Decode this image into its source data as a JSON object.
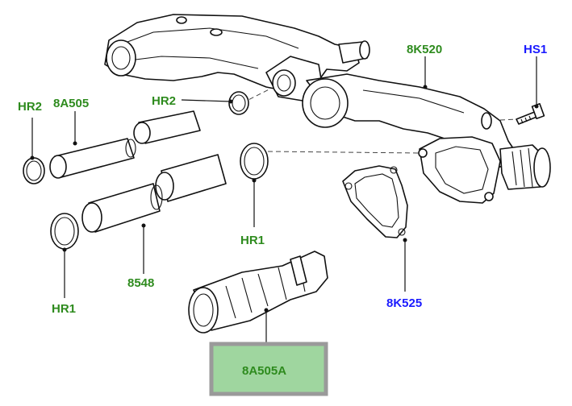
{
  "colors": {
    "label_green": "#2e8b1e",
    "label_blue": "#1a1aff",
    "highlight_fill": "#9fd69f",
    "highlight_border": "#9a9a9a",
    "line": "#111111"
  },
  "labels": {
    "hr2_left": "HR2",
    "a505": "8A505",
    "hr2_top": "HR2",
    "k520": "8K520",
    "hs1": "HS1",
    "hr1_mid": "HR1",
    "k548": "8548",
    "hr1_left": "HR1",
    "k525": "8K525",
    "a505a": "8A505A"
  }
}
